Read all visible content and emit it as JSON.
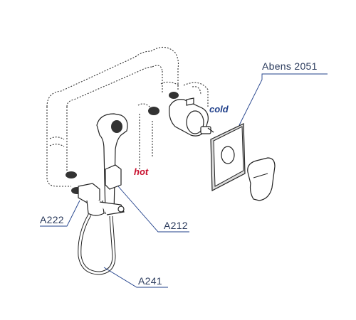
{
  "labels": {
    "model": "Abens 2051",
    "hot": "hot",
    "cold": "cold",
    "valve": "A222",
    "handshower": "A212",
    "hose": "A241"
  },
  "colors": {
    "hot": "#c8102e",
    "cold": "#1f3f8a",
    "label": "#2a3a5c",
    "line": "#222222"
  }
}
